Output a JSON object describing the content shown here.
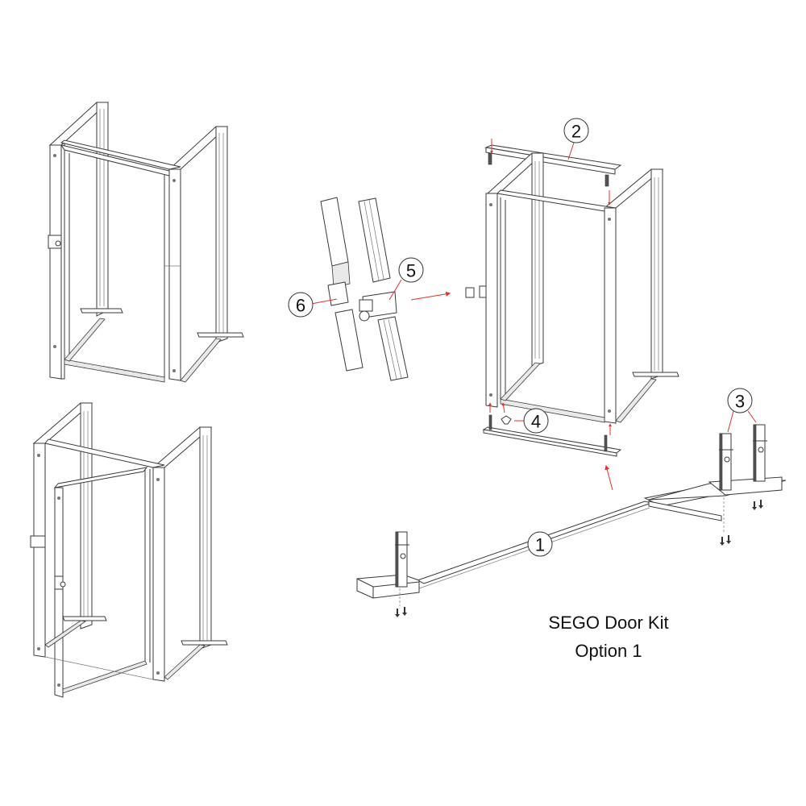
{
  "caption": {
    "line1": "SEGO Door Kit",
    "line2": "Option 1"
  },
  "callouts": [
    {
      "number": "1",
      "part": "base-rail"
    },
    {
      "number": "2",
      "part": "top-header-bar"
    },
    {
      "number": "3",
      "part": "upright-brackets"
    },
    {
      "number": "4",
      "part": "bottom-clip"
    },
    {
      "number": "5",
      "part": "hinge-connector"
    },
    {
      "number": "6",
      "part": "panel-connector"
    }
  ],
  "views": {
    "top_left": "assembled-frame-closed",
    "bottom_left": "assembled-frame-door-open",
    "center": "hinge-detail-exploded",
    "right": "frame-exploded-with-header-and-base"
  },
  "colors": {
    "arrow": "#e8302a",
    "line": "#3a3a3a",
    "background": "#ffffff"
  }
}
